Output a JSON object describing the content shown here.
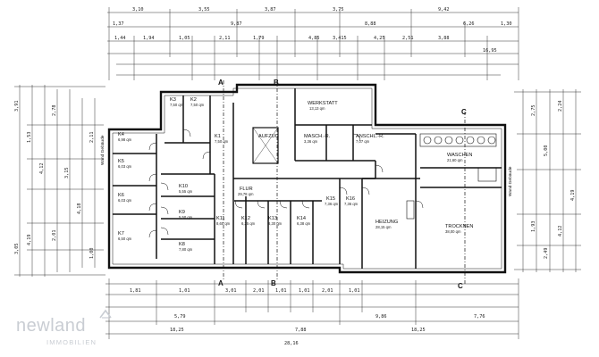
{
  "top_dims": {
    "row1": [
      "3,10",
      "3,55",
      "3,87",
      "3,75",
      "9,42"
    ],
    "row2": [
      "1,37",
      "9,87",
      "8,88",
      "6,26",
      "1,30"
    ],
    "row3": [
      "1,44",
      "1,94",
      "1,05",
      "2,11",
      "1,79",
      "4,85",
      "3,415",
      "4,25",
      "2,51",
      "3,88",
      "16,95"
    ]
  },
  "bottom_dims": {
    "row1": [
      "1,81",
      "1,01",
      "3,01",
      "2,01",
      "1,01",
      "1,01",
      "2,01",
      "1,01"
    ],
    "row2": [
      "5,79",
      "9,86",
      "7,76"
    ],
    "row3": [
      "18,25",
      "7,88",
      "18,25"
    ],
    "row4": [
      "28,16"
    ]
  },
  "left_dims": [
    "3,91",
    "1,53",
    "4,12",
    "2,78",
    "3,15",
    "4,18",
    "2,11",
    "2,01",
    "4,19",
    "1,00",
    "3,05"
  ],
  "right_dims": [
    "2,75",
    "5,00",
    "2,24",
    "4,19",
    "1,93",
    "2,49",
    "4,12"
  ],
  "side_labels": {
    "left": "Wand Gebäude",
    "right": "Wand Gebäude"
  },
  "sections": {
    "a_top": "A",
    "a_bottom": "A",
    "b_top": "B",
    "b_bottom": "B",
    "c_top": "C",
    "c_bottom": "C"
  },
  "rooms": [
    {
      "name": "K3",
      "area": "7,50 qm"
    },
    {
      "name": "K2",
      "area": "7,50 qm"
    },
    {
      "name": "K1",
      "area": "7,50 qm"
    },
    {
      "name": "K4",
      "area": "6,98 qm"
    },
    {
      "name": "K5",
      "area": "6,03 qm"
    },
    {
      "name": "K6",
      "area": "6,03 qm"
    },
    {
      "name": "K7",
      "area": "6,50 qm"
    },
    {
      "name": "K10",
      "area": "5,55 qm"
    },
    {
      "name": "K9",
      "area": "5,50 qm"
    },
    {
      "name": "K8",
      "area": "7,80 qm"
    },
    {
      "name": "FLUR",
      "area": "29,78 qm"
    },
    {
      "name": "K11",
      "area": "8,60 qm"
    },
    {
      "name": "K12",
      "area": "6,25 qm"
    },
    {
      "name": "K13",
      "area": "8,30 qm"
    },
    {
      "name": "K14",
      "area": "6,38 qm"
    },
    {
      "name": "WERKSTATT",
      "area": "13,13 qm"
    },
    {
      "name": "MASCH.-R.",
      "area": "3,36 qm"
    },
    {
      "name": "ANSCHL.-R.",
      "area": "7,07 qm"
    },
    {
      "name": "AUFZUG",
      "area": ""
    },
    {
      "name": "K15",
      "area": "7,36 qm"
    },
    {
      "name": "K16",
      "area": "7,36 qm"
    },
    {
      "name": "HEIZUNG",
      "area": "28,15 qm"
    },
    {
      "name": "WASCHEN",
      "area": "21,60 qm"
    },
    {
      "name": "TROCKNEN",
      "area": "38,00 qm"
    }
  ],
  "logo": {
    "main": "newland",
    "sub": "IMMOBILIEN"
  },
  "colors": {
    "ink": "#1a1a1a",
    "logo": "#c9cdd3"
  }
}
